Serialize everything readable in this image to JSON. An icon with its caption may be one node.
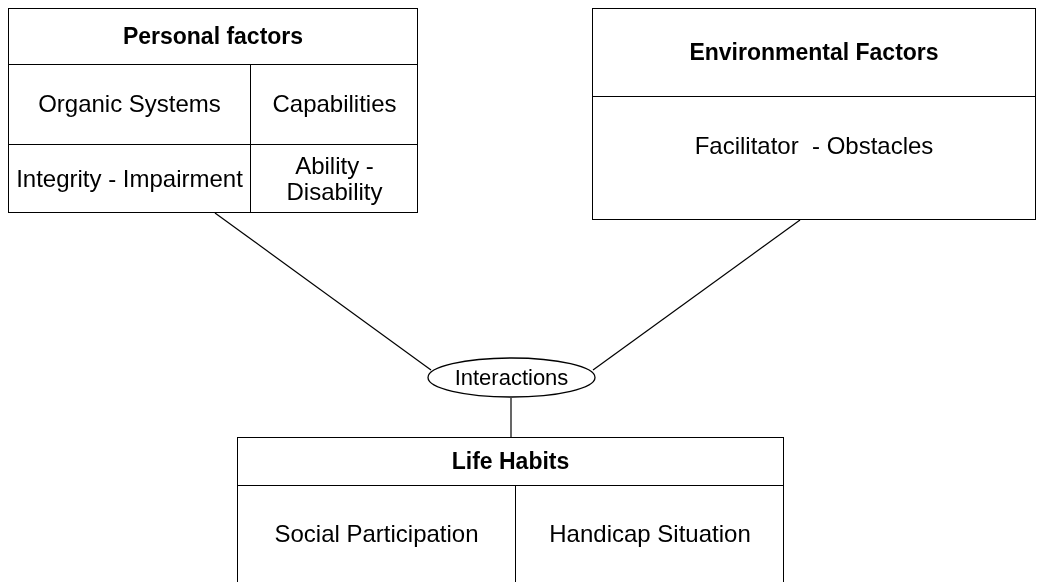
{
  "diagram": {
    "nodes": [
      {
        "text": [
          "Personal factors"
        ]
      },
      {
        "text": [
          "Organic Systems"
        ],
        "in": 0
      },
      {
        "text": [
          "Capabilities"
        ],
        "in": 0
      },
      {
        "text": [
          "Integrity - Impairment"
        ],
        "in": 0
      },
      {
        "text": [
          "Ability - Disability"
        ],
        "in": 0
      },
      {
        "text": [
          "Environmental Factors",
          "Facilitator  - Obstacles"
        ]
      },
      {
        "text": [
          "Interactions"
        ]
      },
      {
        "text": [
          "Life Habits"
        ]
      },
      {
        "text": [
          "Social Participation"
        ],
        "in": 7
      },
      {
        "text": [
          "Handicap Situation"
        ],
        "in": 7
      }
    ],
    "edges": [
      {
        "from": 0,
        "to": 6,
        "arrow": "none"
      },
      {
        "from": 5,
        "to": 6,
        "arrow": "none"
      },
      {
        "from": 6,
        "to": 7,
        "arrow": "none"
      }
    ]
  }
}
